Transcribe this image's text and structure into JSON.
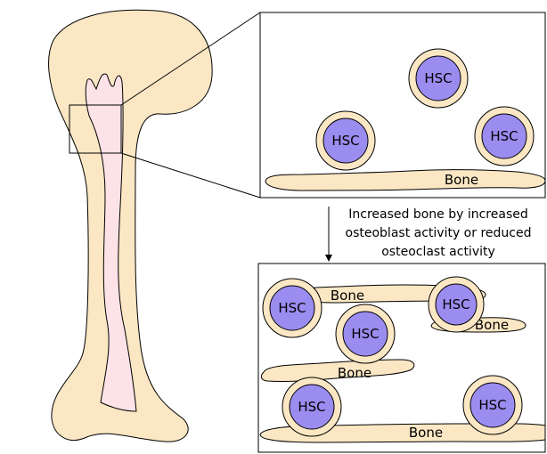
{
  "colors": {
    "bone_fill": "#fbe7c4",
    "hsc_outer": "#fbe7c4",
    "hsc_inner": "#9b8cf0",
    "marrow_fill": "#fde3e8",
    "outline": "#000000"
  },
  "labels": {
    "hsc": "HSC",
    "bone": "Bone"
  },
  "arrow_caption": {
    "line1": "Increased bone by increased",
    "line2": "osteoblast activity or reduced",
    "line3": "osteoclast activity"
  }
}
